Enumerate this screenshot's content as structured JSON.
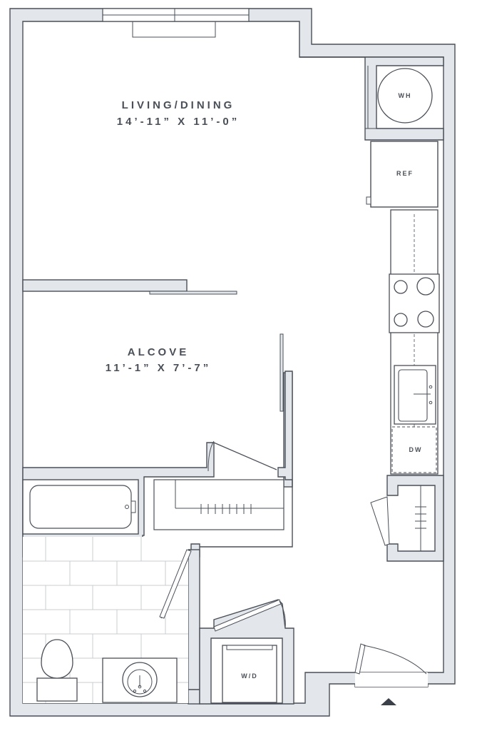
{
  "rooms": {
    "living_dining": {
      "name": "LIVING/DINING",
      "dims": "14’-11” X 11’-0”"
    },
    "alcove": {
      "name": "ALCOVE",
      "dims": "11’-1” X 7’-7”"
    }
  },
  "fixtures": {
    "water_heater": "WH",
    "refrigerator": "REF",
    "dishwasher": "DW",
    "washer_dryer": "W/D"
  },
  "colors": {
    "wall_fill": "#e3e6ea",
    "line": "#4a4f58",
    "tile": "#c9ccd1"
  },
  "icons": {
    "entry": "entry-arrow-icon"
  }
}
